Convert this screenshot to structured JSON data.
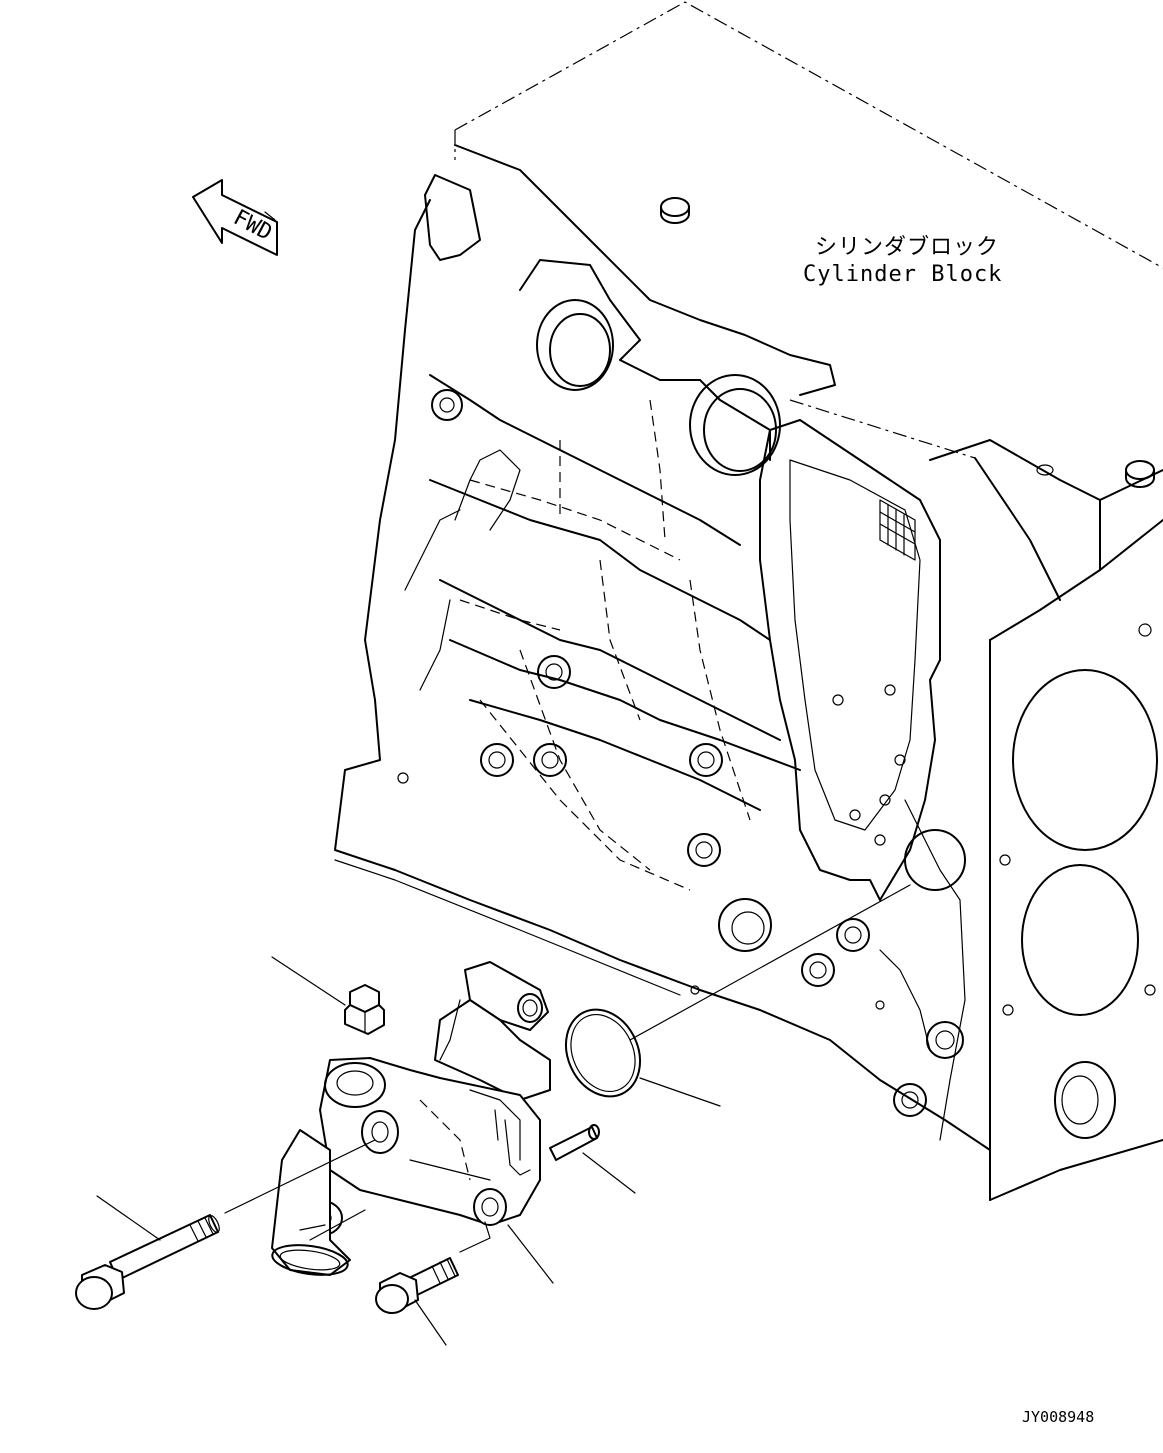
{
  "labels": {
    "part_name_jp": "シリンダブロック",
    "part_name_en": "Cylinder Block",
    "direction": "FWD",
    "drawing_id": "JY008948"
  }
}
